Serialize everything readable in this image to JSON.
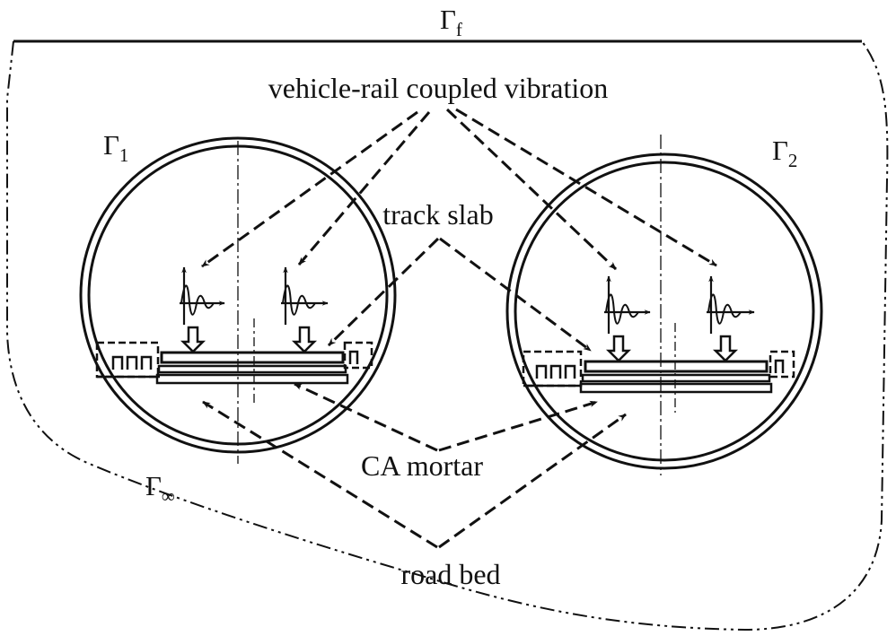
{
  "colors": {
    "ink": "#111111",
    "background": "#ffffff"
  },
  "boundaries": {
    "free_surface": {
      "symbol": "Γ",
      "subscript": "f"
    },
    "tunnel_left": {
      "symbol": "Γ",
      "subscript": "1"
    },
    "tunnel_right": {
      "symbol": "Γ",
      "subscript": "2"
    },
    "infinite": {
      "symbol": "Γ",
      "subscript": "∞"
    }
  },
  "labels": {
    "vibration": "vehicle-rail coupled vibration",
    "track_slab": "track slab",
    "ca_mortar": "CA mortar",
    "road_bed": "road bed"
  }
}
